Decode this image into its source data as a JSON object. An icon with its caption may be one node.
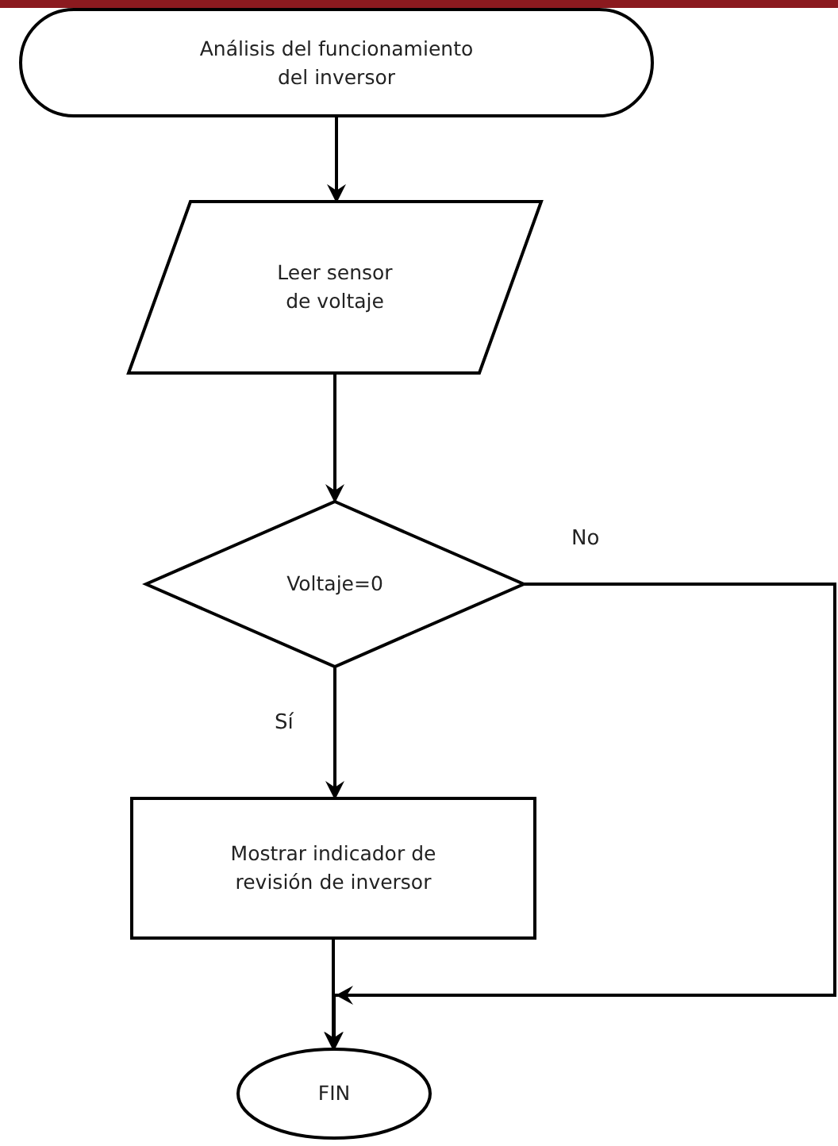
{
  "diagram": {
    "nodes": [
      {
        "text": [
          "Análisis del funcionamiento del inversor"
        ]
      },
      {
        "text": [
          "Leer sensor de voltaje"
        ]
      },
      {
        "text": [
          "Voltaje=0"
        ]
      },
      {
        "text": [
          "Mostrar indicador de revisión de inversor"
        ]
      },
      {
        "text": [
          "FIN"
        ]
      }
    ],
    "edges": [
      {
        "from": 0,
        "to": 1,
        "arrow": "to"
      },
      {
        "from": 1,
        "to": 2,
        "arrow": "to"
      },
      {
        "from": 2,
        "to": 3,
        "arrow": "to",
        "label": "Sí"
      },
      {
        "from": 3,
        "to": 4,
        "arrow": "to"
      },
      {
        "from": 2,
        "to": 4,
        "arrow": "to",
        "label": "No"
      }
    ]
  }
}
